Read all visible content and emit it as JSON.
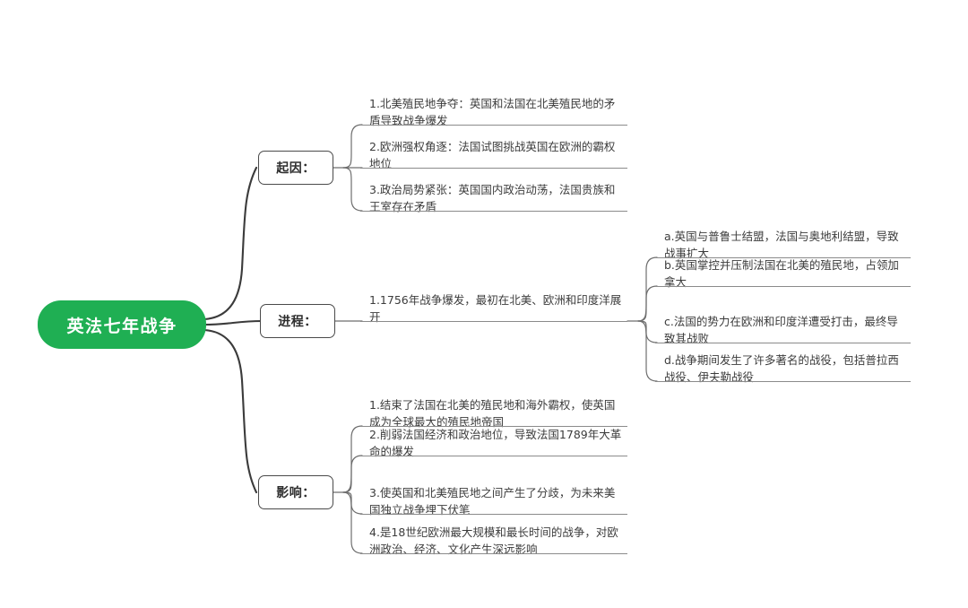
{
  "meta": {
    "title": "英法七年战争 思维导图",
    "background": "#ffffff",
    "accent_green": "#1faf53",
    "line_color": "#4a4a4a",
    "rule_color": "#8b8b8b",
    "text_color": "#3c3c3c"
  },
  "root": {
    "label": "英法七年战争"
  },
  "branches": [
    {
      "id": "cause",
      "label": "起因：",
      "items": [
        {
          "id": "cause-1",
          "text": "1.北美殖民地争夺：英国和法国在北美殖民地的矛盾导致战争爆发"
        },
        {
          "id": "cause-2",
          "text": "2.欧洲强权角逐：法国试图挑战英国在欧洲的霸权地位"
        },
        {
          "id": "cause-3",
          "text": "3.政治局势紧张：英国国内政治动荡，法国贵族和王室存在矛盾"
        }
      ]
    },
    {
      "id": "process",
      "label": "进程：",
      "items": [
        {
          "id": "process-1",
          "text": "1.1756年战争爆发，最初在北美、欧洲和印度洋展开"
        }
      ],
      "subitems": [
        {
          "id": "process-1-a",
          "text": "a.英国与普鲁士结盟，法国与奥地利结盟，导致战事扩大"
        },
        {
          "id": "process-1-b",
          "text": "b.英国掌控并压制法国在北美的殖民地，占领加拿大"
        },
        {
          "id": "process-1-c",
          "text": "c.法国的势力在欧洲和印度洋遭受打击，最终导致其战败"
        },
        {
          "id": "process-1-d",
          "text": "d.战争期间发生了许多著名的战役，包括普拉西战役、伊夫勒战役"
        }
      ]
    },
    {
      "id": "impact",
      "label": "影响：",
      "items": [
        {
          "id": "impact-1",
          "text": "1.结束了法国在北美的殖民地和海外霸权，使英国成为全球最大的殖民地帝国"
        },
        {
          "id": "impact-2",
          "text": "2.削弱法国经济和政治地位，导致法国1789年大革命的爆发"
        },
        {
          "id": "impact-3",
          "text": "3.使英国和北美殖民地之间产生了分歧，为未来美国独立战争埋下伏笔"
        },
        {
          "id": "impact-4",
          "text": "4.是18世纪欧洲最大规模和最长时间的战争，对欧洲政治、经济、文化产生深远影响"
        }
      ]
    }
  ]
}
